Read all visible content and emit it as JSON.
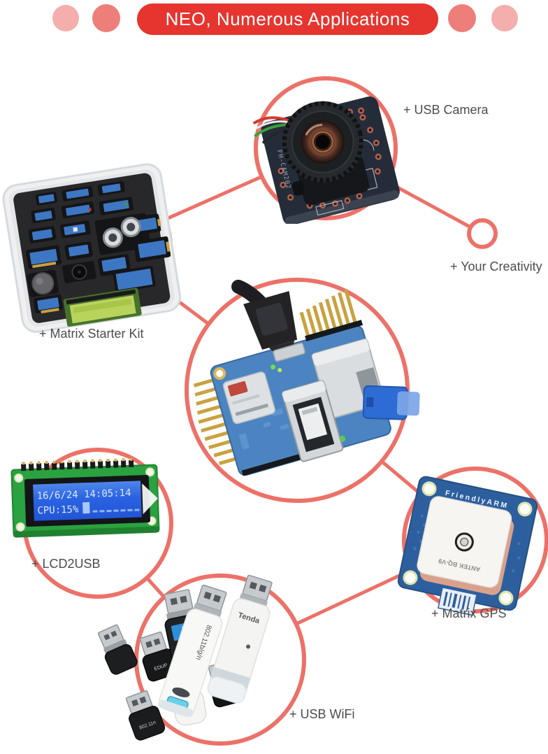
{
  "header": {
    "title": "NEO, Numerous Applications"
  },
  "labels": {
    "usb_camera": "+ USB Camera",
    "your_creativity": "+ Your Creativity",
    "matrix_starter_kit": "+ Matrix Starter Kit",
    "lcd2usb": "+ LCD2USB",
    "matrix_gps": "+ Matrix GPS",
    "usb_wifi": "+ USB WiFi"
  },
  "devices": {
    "camera": {
      "board_text": "FH-CAM202"
    },
    "lcd_display": {
      "line1": "16/6/24 14:05:14",
      "line2": "CPU:15%"
    },
    "gps": {
      "brand": "FriendlyARM",
      "antenna_text": "ANTEK BQ-V9"
    },
    "wifi": {
      "stick_text": "802.11b/g/n",
      "brand_text": "Tenda",
      "nano_text": "802.11n",
      "edup_text": "EDUP"
    }
  },
  "colors": {
    "accent": "#EC7168",
    "banner_red": "#E6352F",
    "deco_light": "#F4AEAB",
    "deco_dark": "#EE7E79",
    "label_text": "#4C4C4C"
  }
}
